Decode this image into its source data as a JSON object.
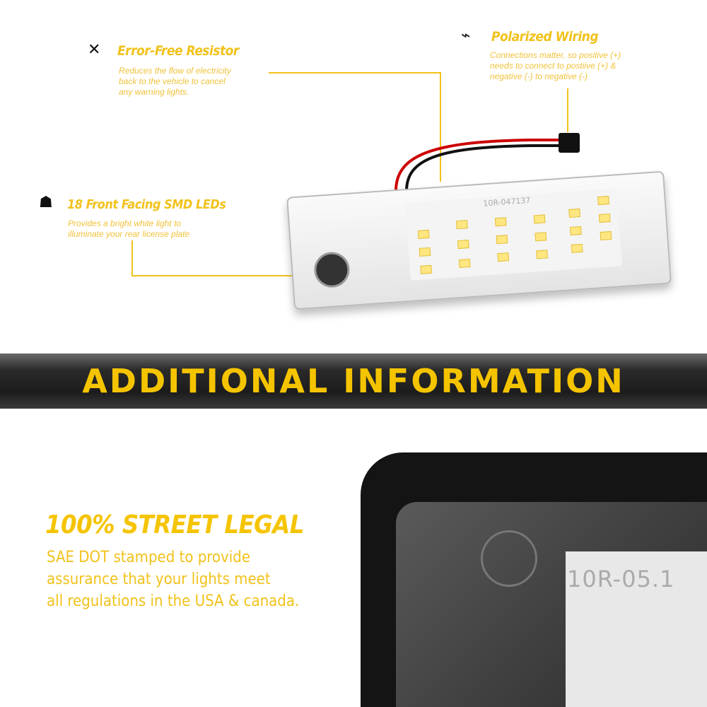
{
  "features": [
    {
      "icon": "wrench-screwdriver-icon",
      "title": "Error-Free Resistor",
      "desc": [
        "Reduces the flow of electricity",
        "back to the vehicle to cancel",
        "any warning lights."
      ]
    },
    {
      "icon": "plug-wire-icon",
      "title": "Polarized Wiring",
      "desc": [
        "Connections matter, so positive (+)",
        "needs to connect to postiive (+) &",
        "negative (-) to negative (-)"
      ]
    },
    {
      "icon": "light-beacon-icon",
      "title": "18 Front Facing SMD LEDs",
      "desc": [
        "Provides a bright white light to",
        "illuminate your rear license plate"
      ]
    }
  ],
  "product_marking": "10R-047137",
  "closeup_marking": "10R-05.1",
  "banner": "ADDITIONAL INFORMATION",
  "legal": {
    "title": "100% STREET LEGAL",
    "desc": [
      "SAE DOT stamped to provide",
      "assurance that your lights meet",
      "all regulations in the USA & canada."
    ]
  },
  "colors": {
    "accent": "#f1c21b",
    "banner_bg": "#1c1c1c"
  }
}
